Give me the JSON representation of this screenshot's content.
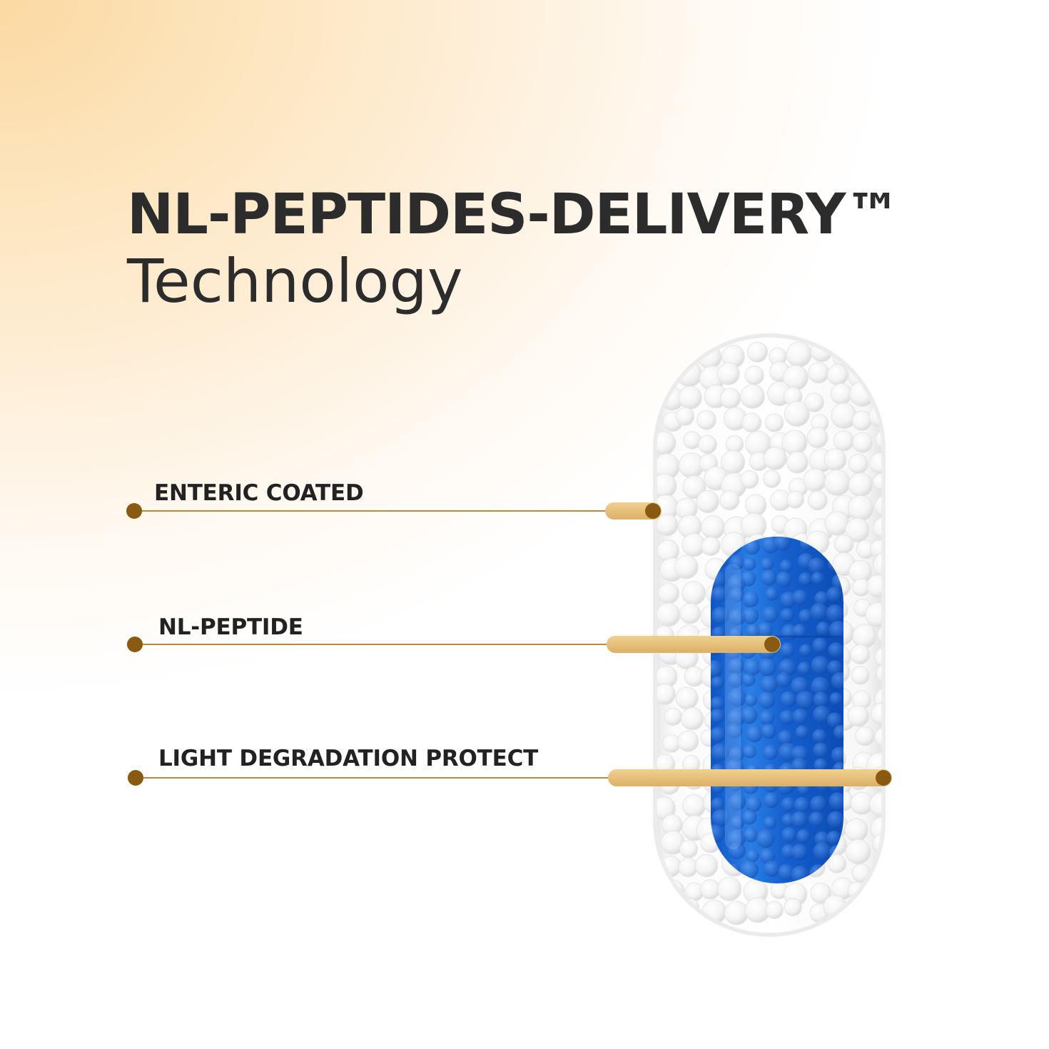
{
  "title": {
    "line1": "NL-PEPTIDES-DELIVERY™",
    "line2": "Technology"
  },
  "callouts": [
    {
      "label": "ENTERIC COATED"
    },
    {
      "label": "NL-PEPTIDE"
    },
    {
      "label": "LIGHT DEGRADATION PROTECT"
    }
  ],
  "colors": {
    "text": "#2c2c2c",
    "callout_dot": "#8a5a12",
    "callout_line": "#b88a3c",
    "callout_bar": "#e9c27c",
    "capsule_outer": "#f2f2f2",
    "capsule_inner": "#1f6ed4"
  }
}
